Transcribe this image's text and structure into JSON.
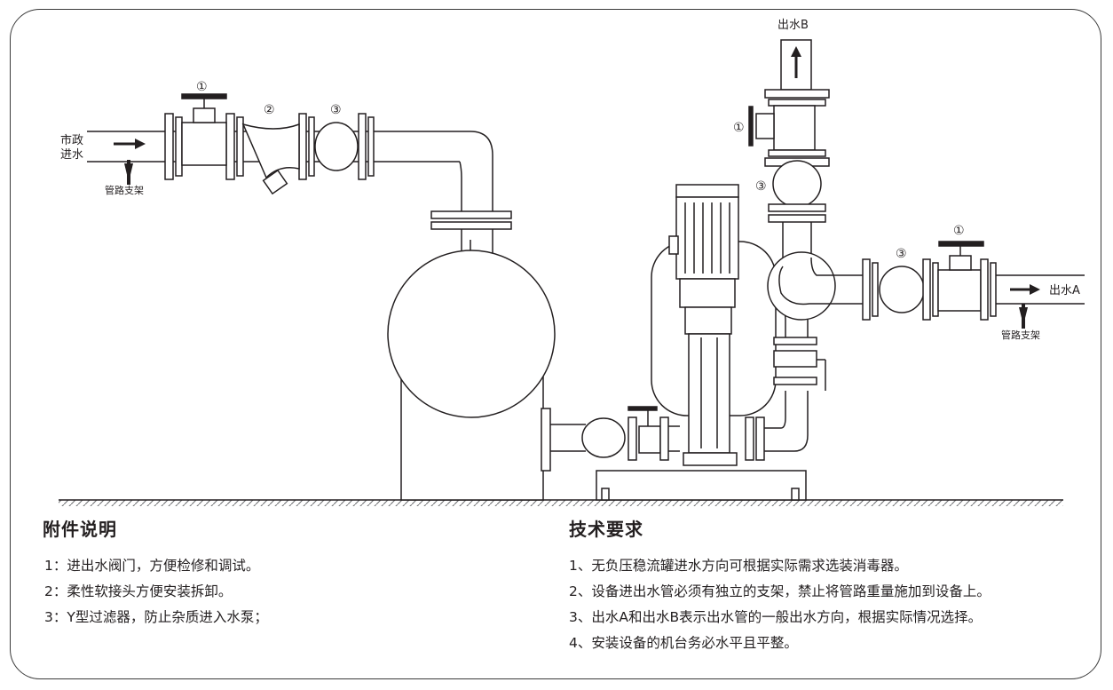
{
  "diagram": {
    "callouts": {
      "valve": "①",
      "flexible_joint": "②",
      "strainer": "③"
    },
    "labels": {
      "inlet_municipal_line1": "市政",
      "inlet_municipal_line2": "进水",
      "pipe_support": "管路支架",
      "outlet_a": "出水A",
      "outlet_b": "出水B"
    },
    "colors": {
      "line": "#231f20",
      "ground_hatch": "#6d6e71"
    }
  },
  "accessories": {
    "title": "附件说明",
    "items": [
      "1：进出水阀门，方便检修和调试。",
      "2：柔性软接头方便安装拆卸。",
      "3：Y型过滤器，防止杂质进入水泵；"
    ]
  },
  "requirements": {
    "title": "技术要求",
    "items": [
      "1、无负压稳流罐进水方向可根据实际需求选装消毒器。",
      "2、设备进出水管必须有独立的支架，禁止将管路重量施加到设备上。",
      "3、出水A和出水B表示出水管的一般出水方向，根据实际情况选择。",
      "4、安装设备的机台务必水平且平整。"
    ]
  }
}
